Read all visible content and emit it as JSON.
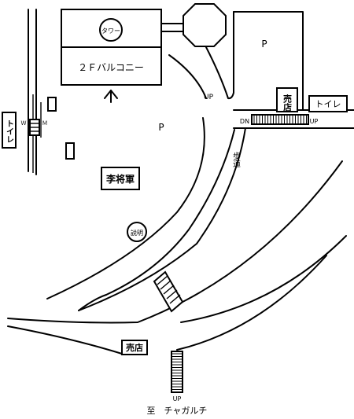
{
  "labels": {
    "tower": "タワー",
    "balcony": "２Ｆバルコニー",
    "parking_top": "P",
    "parking_mid": "P",
    "up_left": "UP",
    "shop_top": "売店",
    "toilet_right": "トイレ",
    "dn": "DN",
    "up_right": "UP",
    "toilet_left": "トイレ",
    "tiny_left_1": "Ｗ",
    "tiny_left_2": "Ｍ",
    "sidewalk": "歩道",
    "general_li": "李将軍",
    "sign": "説明",
    "shop_bottom": "売店",
    "up_bottom": "UP",
    "to_chagalchi": "至　チャガルチ"
  }
}
